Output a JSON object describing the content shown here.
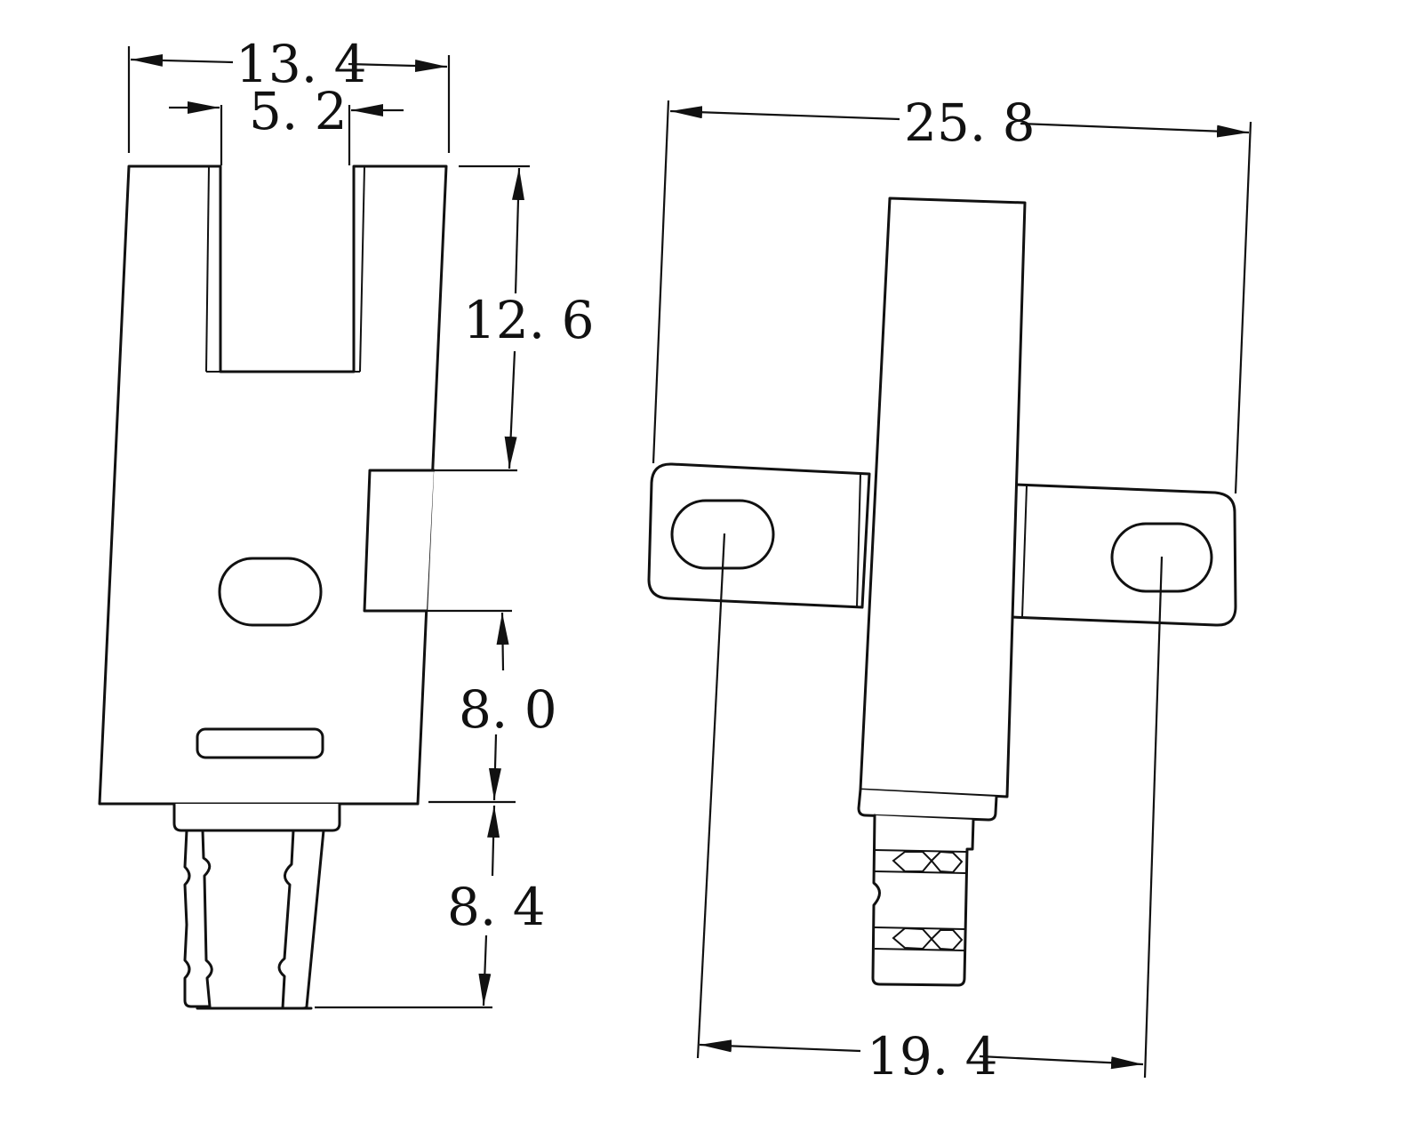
{
  "dimensions": {
    "overall_width": "13. 4",
    "slot_width": "5. 2",
    "slot_depth": "12. 6",
    "body_lower_height": "8. 0",
    "lead_length": "8. 4",
    "flange_length": "25. 8",
    "mounting_hole_pitch": "19. 4"
  },
  "colors": {
    "line": "#111111",
    "background": "#ffffff"
  }
}
